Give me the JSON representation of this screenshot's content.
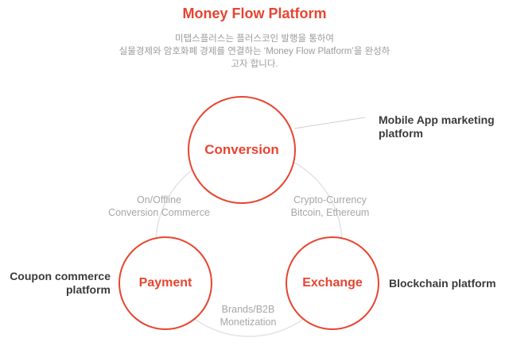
{
  "header": {
    "title": "Money Flow Platform",
    "subtitle_lines": [
      "미탭스플러스는 플러스코인 발행을 통하여",
      "실물경제와 암호화폐 경제를 연결하는 ‘Money Flow Platform’을 완성하",
      "고자 합니다."
    ]
  },
  "diagram": {
    "nodes": [
      {
        "id": "conversion",
        "label": "Conversion"
      },
      {
        "id": "payment",
        "label": "Payment"
      },
      {
        "id": "exchange",
        "label": "Exchange"
      }
    ],
    "edge_labels": {
      "left": {
        "line1": "On/Offline",
        "line2": "Conversion Commerce"
      },
      "right": {
        "line1": "Crypto-Currency",
        "line2": "Bitcoin, Ethereum"
      },
      "bottom": {
        "line1": "Brands/B2B",
        "line2": "Monetization"
      }
    },
    "annotations": {
      "conversion": {
        "line1": "Mobile App marketing",
        "line2": "platform"
      },
      "payment": {
        "line1": "Coupon commerce",
        "line2": "platform"
      },
      "exchange": {
        "line1": "Blockchain platform"
      }
    },
    "colors": {
      "accent": "#e8442f",
      "gray_text": "#a6a6a6",
      "dark_text": "#3b3b3b",
      "arc": "#e3e3e3"
    }
  }
}
